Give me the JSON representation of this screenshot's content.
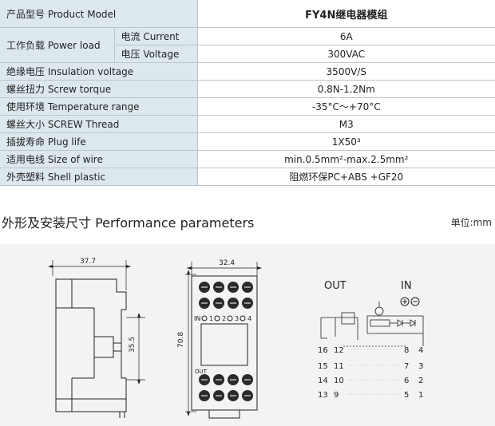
{
  "table": {
    "header": {
      "label": "产品型号 Product Model",
      "value": "FY4N继电器模组"
    },
    "work_load": {
      "label": "工作负载 Power load",
      "current": {
        "label": "电流 Current",
        "value": "6A"
      },
      "voltage": {
        "label": "电压 Voltage",
        "value": "300VAC"
      }
    },
    "rows": [
      {
        "label": "绝缘电压 Insulation voltage",
        "value": "3500V/S"
      },
      {
        "label": "螺丝扭力 Screw torque",
        "value": "0.8N-1.2Nm"
      },
      {
        "label": "使用环境 Temperature range",
        "value": "-35°C～+70°C"
      },
      {
        "label": "螺丝大小 SCREW Thread",
        "value": "M3"
      },
      {
        "label": "插拔寿命 Plug life",
        "value": "1X50³"
      },
      {
        "label": "适用电线 Size of wire",
        "value": "min.0.5mm²-max.2.5mm²"
      },
      {
        "label": "外壳塑料 Shell plastic",
        "value": "阻燃环保PC+ABS +GF20"
      }
    ]
  },
  "section": {
    "title": "外形及安装尺寸 Performance parameters",
    "unit": "单位:mm"
  },
  "diagram": {
    "side_width": "37.7",
    "side_height": "35.5",
    "front_width": "32.4",
    "front_height": "70.8",
    "front_in_label": "IN",
    "front_in_numbers": [
      "1",
      "2",
      "3",
      "4"
    ],
    "front_out_label": "OUT",
    "schematic_out_label": "OUT",
    "schematic_in_label": "IN",
    "pins_left": [
      [
        "16",
        "12"
      ],
      [
        "15",
        "11"
      ],
      [
        "14",
        "10"
      ],
      [
        "13",
        "9"
      ]
    ],
    "pins_right": [
      [
        "8",
        "4"
      ],
      [
        "7",
        "3"
      ],
      [
        "6",
        "2"
      ],
      [
        "5",
        "1"
      ]
    ],
    "colors": {
      "header_bg": "#dde8ee",
      "grid": "#b8c7cf",
      "diagram_bg": "#f3f3f3"
    }
  }
}
